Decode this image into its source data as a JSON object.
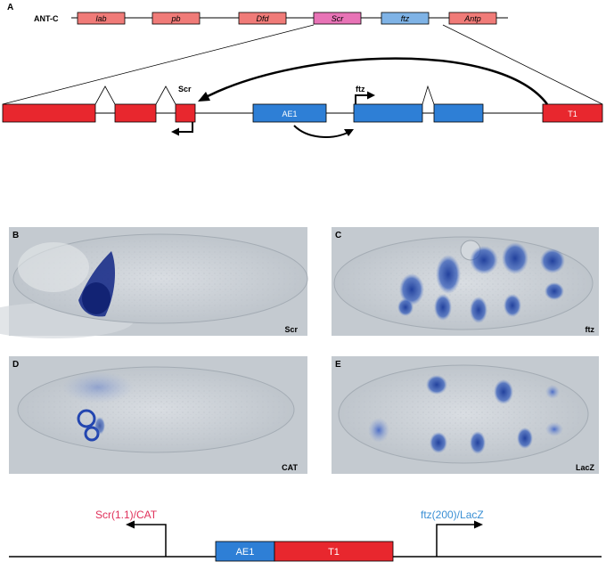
{
  "panels": {
    "a": "A",
    "b": "B",
    "c": "C",
    "d": "D",
    "e": "E"
  },
  "complex_label": "ANT-C",
  "genes": [
    "lab",
    "pb",
    "Dfd",
    "Scr",
    "ftz",
    "Antp"
  ],
  "zoom": {
    "scr_label": "Scr",
    "ftz_label": "ftz",
    "ae1_label": "AE1",
    "t1_label": "T1"
  },
  "embryos": {
    "b_label": "Scr",
    "c_label": "ftz",
    "d_label": "CAT",
    "e_label": "LacZ"
  },
  "construct": {
    "left_label": "Scr(1.1)/CAT",
    "right_label": "ftz(200)/LacZ",
    "ae1_label": "AE1",
    "t1_label": "T1"
  },
  "colors": {
    "red": "#e8272e",
    "blue": "#2e7fd6",
    "gene_red": "#f07b78",
    "gene_pink": "#e873b6",
    "gene_blue": "#7fb3e6",
    "stain": "#1c3e9c",
    "left_text": "#e0305a",
    "right_text": "#3a8fd4"
  }
}
